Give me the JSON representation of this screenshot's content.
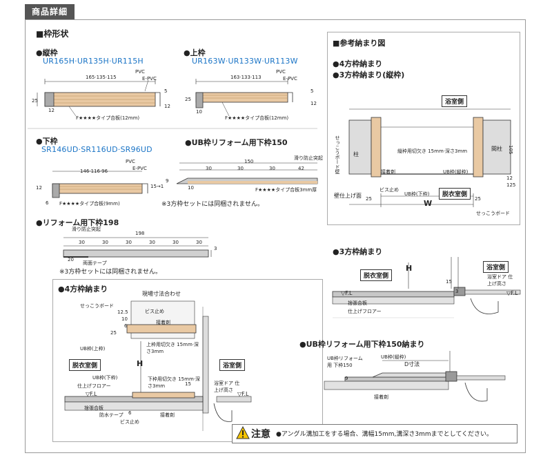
{
  "header": {
    "tab": "商品詳細"
  },
  "frame_shape": {
    "title": "■枠形状",
    "vertical": {
      "title": "●縦枠",
      "models": "UR165H·UR135H·UR115H",
      "pvc": "PVC",
      "epvc": "E-PVC",
      "width": "165·135·115",
      "dim_25": "25",
      "dim_12": "12",
      "dim_5": "5",
      "dim_12b": "12",
      "plywood": "F★★★★タイプ合板(12mm)"
    },
    "top": {
      "title": "●上枠",
      "models": "UR163W·UR133W·UR113W",
      "pvc": "PVC",
      "epvc": "E-PVC",
      "width": "163·133·113",
      "dim_25": "25",
      "dim_10": "10",
      "dim_5": "5",
      "dim_12": "12",
      "plywood": "F★★★★タイプ合板(12mm)"
    },
    "bottom": {
      "title": "●下枠",
      "models": "SR146UD·SR116UD·SR96UD",
      "pvc": "PVC",
      "epvc": "E-PVC",
      "width": "146·116·96",
      "dim_12": "12",
      "dim_6": "6",
      "dim_15": "15→1",
      "plywood": "F★★★★タイプ合板(9mm)"
    },
    "ub150": {
      "title": "●UB枠リフォーム用下枠150",
      "width": "150",
      "d30a": "30",
      "d30b": "30",
      "d30c": "30",
      "d42": "42",
      "d9": "9",
      "d10": "10",
      "anti_slip": "滑り防止突起",
      "plywood": "F★★★★タイプ合板3mm厚",
      "note": "※3方枠セットには同梱されません。"
    },
    "reform198": {
      "title": "●リフォーム用下枠198",
      "anti_slip": "滑り防止突起",
      "width": "198",
      "segments": [
        "30",
        "30",
        "30",
        "30",
        "30",
        "30"
      ],
      "d20": "20",
      "d3": "3",
      "tape": "両面テープ",
      "note": "※3方枠セットには同梱されません。"
    }
  },
  "reference": {
    "title": "■参考納まり図",
    "line1": "●4方枠納まり",
    "line2": "●3方枠納まり(縦枠)",
    "bath_side": "浴室側",
    "dressing_side": "脱衣室側",
    "pillar": "柱",
    "pillar2": "間柱",
    "wall_label": "せっこうボード壁",
    "cut_note": "縦枠用切欠き 15mm·深さ3mm",
    "adhesive": "接着剤",
    "ub_frame": "UB枠(縦枠)",
    "screw": "ビス止め",
    "ub_bottom": "UB枠(下枠)",
    "wall_finish": "壁仕上げ面",
    "d25": "25",
    "d25b": "25",
    "W": "W",
    "d105": "105",
    "d12": "12",
    "d125": "125",
    "board": "せっこうボード"
  },
  "three_side": {
    "title": "●3方枠納まり",
    "dressing": "脱衣室側",
    "bath": "浴室側",
    "door_note": "浴室ドア 仕上げ高さ",
    "H": "H",
    "d15": "15",
    "d3": "3",
    "fl1": "▽F.L",
    "fl2": "▽F.L",
    "board": "捨張合板",
    "floor": "仕上げフロアー"
  },
  "four_side": {
    "title": "●4方枠納まり",
    "onsite": "現場寸法合わせ",
    "board": "せっこうボード",
    "d125": "12.5",
    "d10": "10",
    "d25": "25",
    "d6": "6",
    "screw": "ビス止め",
    "adhesive": "接着剤",
    "ub_top": "UB枠(上枠)",
    "top_cut": "上枠用切欠き 15mm·深さ3mm",
    "dressing": "脱衣室側",
    "bath": "浴室側",
    "H": "H",
    "ub_bottom": "UB枠(下枠)",
    "floor": "仕上げフロアー",
    "bottom_cut": "下枠用切欠き 15mm·深さ3mm",
    "d15": "15",
    "door_note": "浴室ドア 仕上げ高さ",
    "fl1": "▽F.L",
    "fl2": "▽F.L",
    "plank": "捨張合板",
    "tape": "防水テープ",
    "d6b": "6",
    "adhesive2": "接着剤",
    "screw2": "ビス止め"
  },
  "ub150_fit": {
    "title": "●UB枠リフォーム用下枠150納まり",
    "ub_reform": "UB枠リフォーム用 下枠150",
    "ub_vertical": "UB枠(縦枠)",
    "d_dim": "D寸法",
    "d9": "9",
    "adhesive": "接着剤"
  },
  "caution": {
    "title": "注意",
    "text": "●アングル溝加工をする場合、溝幅15mm,溝深さ3mmまでとしてください。",
    "accent": "#f5c400"
  },
  "colors": {
    "blue": "#1a74c6",
    "wood": "#e9c9a3",
    "gray": "#888888"
  }
}
